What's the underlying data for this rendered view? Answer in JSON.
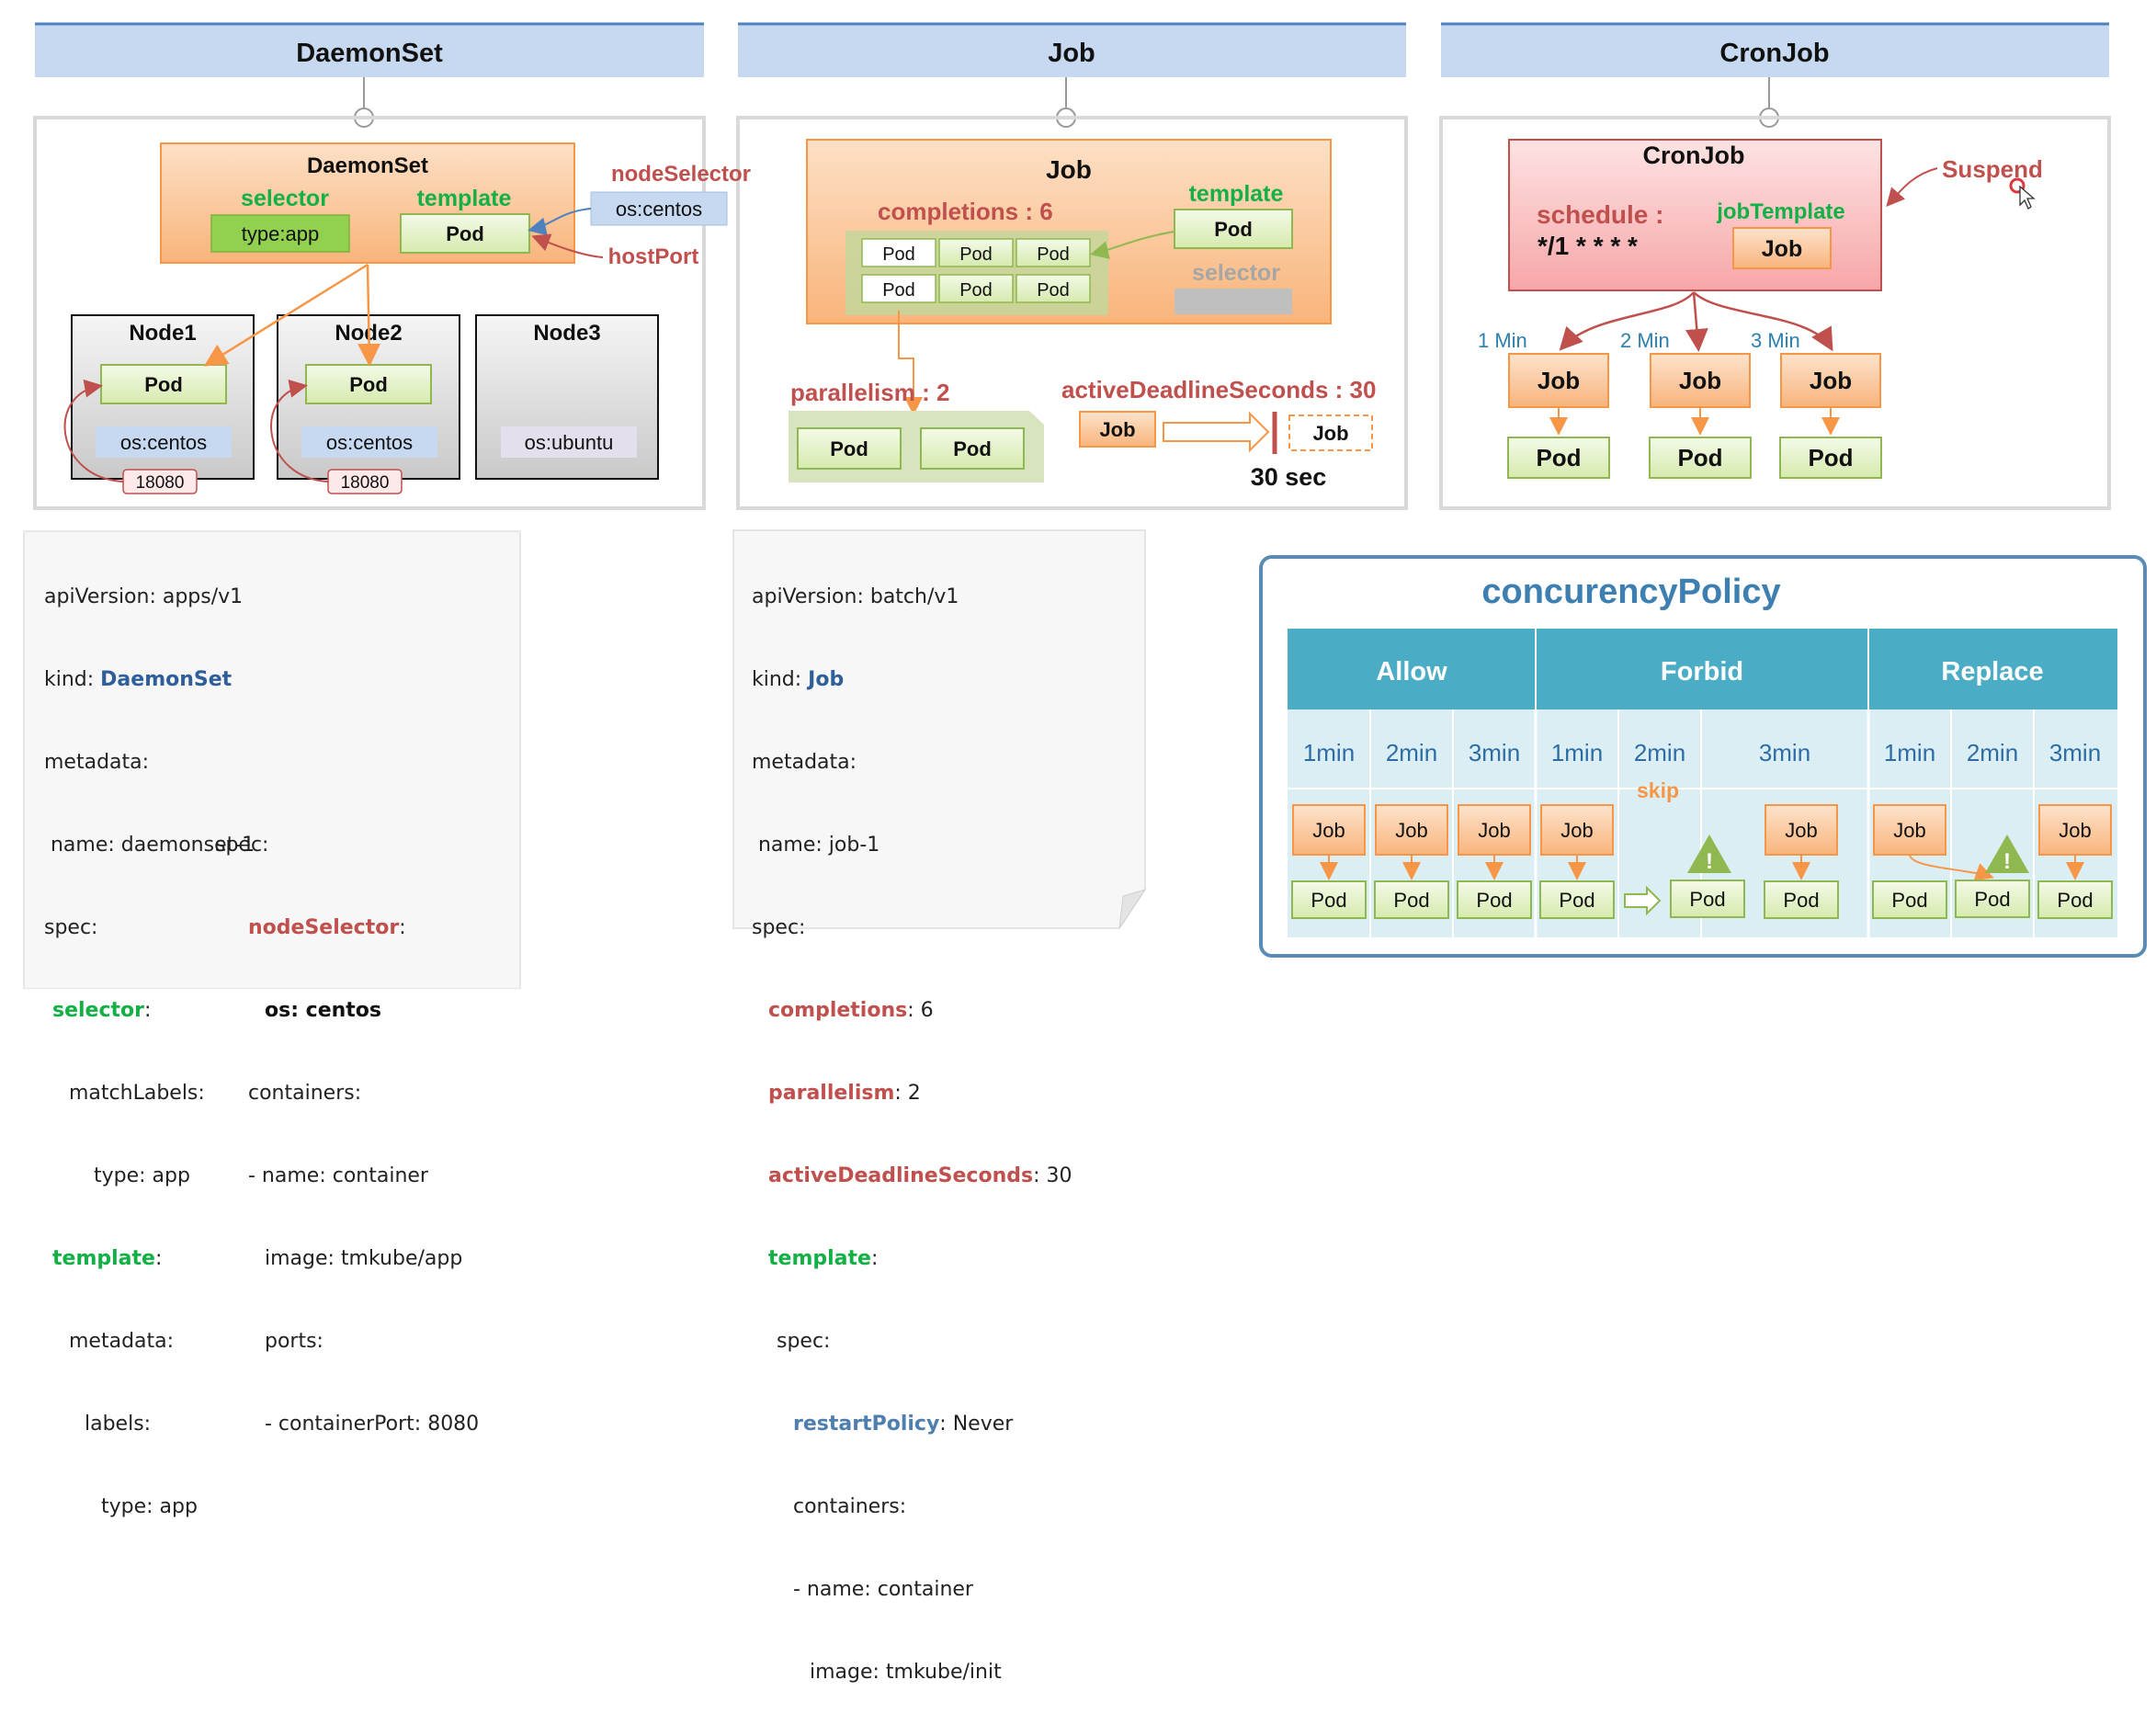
{
  "panels": {
    "daemonset": {
      "header": "DaemonSet",
      "box_title": "DaemonSet",
      "selector_label": "selector",
      "selector_value": "type:app",
      "template_label": "template",
      "template_pod": "Pod",
      "node_selector_label": "nodeSelector",
      "node_selector_value": "os:centos",
      "host_port_label": "hostPort",
      "nodes": [
        {
          "name": "Node1",
          "pod": "Pod",
          "os": "os:centos",
          "port": "18080"
        },
        {
          "name": "Node2",
          "pod": "Pod",
          "os": "os:centos",
          "port": "18080"
        },
        {
          "name": "Node3",
          "pod": "",
          "os": "os:ubuntu",
          "port": ""
        }
      ]
    },
    "job": {
      "header": "Job",
      "box_title": "Job",
      "completions_label": "completions : 6",
      "pods": [
        "Pod",
        "Pod",
        "Pod",
        "Pod",
        "Pod",
        "Pod"
      ],
      "template_label": "template",
      "template_pod": "Pod",
      "selector_label": "selector",
      "parallelism_label": "parallelism : 2",
      "parallel_pods": [
        "Pod",
        "Pod"
      ],
      "deadline_label": "activeDeadlineSeconds : 30",
      "deadline_job": "Job",
      "deadline_job_after": "Job",
      "deadline_time": "30 sec"
    },
    "cronjob": {
      "header": "CronJob",
      "box_title": "CronJob",
      "schedule_label": "schedule :",
      "schedule_value": "*/1 * * * *",
      "job_template_label": "jobTemplate",
      "job_template_job": "Job",
      "suspend_label": "Suspend",
      "runs": [
        {
          "interval": "1 Min",
          "job": "Job",
          "pod": "Pod"
        },
        {
          "interval": "2 Min",
          "job": "Job",
          "pod": "Pod"
        },
        {
          "interval": "3 Min",
          "job": "Job",
          "pod": "Pod"
        }
      ]
    }
  },
  "yaml_daemonset": {
    "l1": "apiVersion: apps/v1",
    "kind_key": "kind: ",
    "kind_val": "DaemonSet",
    "l3": "metadata:",
    "l4": " name: daemonset-1",
    "l5": "spec:",
    "selector": "selector",
    "l7": "matchLabels:",
    "l8": "type: app",
    "template": "template",
    "l10": "metadata:",
    "l11": "labels:",
    "l12": "type: app",
    "r1": "spec:",
    "r2": "nodeSelector",
    "r3": "os: centos",
    "r4": "containers:",
    "r5": "- name: container",
    "r6": "image: tmkube/app",
    "r7": "ports:",
    "r8": "- containerPort: 8080"
  },
  "yaml_job": {
    "l1": "apiVersion: batch/v1",
    "kind_key": "kind: ",
    "kind_val": "Job",
    "l3": "metadata:",
    "l4": " name: job-1",
    "l5": "spec:",
    "completions_key": "completions",
    "completions_val": ": 6",
    "parallelism_key": "parallelism",
    "parallelism_val": ": 2",
    "deadline_key": "activeDeadlineSeconds",
    "deadline_val": ": 30",
    "template": "template",
    "spec": "spec:",
    "restart_key": "restartPolicy",
    "restart_val": ": Never",
    "containers": "containers:",
    "name": "- name: container",
    "image": "image: tmkube/init"
  },
  "concurrency": {
    "title": "concurencyPolicy",
    "columns": [
      "Allow",
      "Forbid",
      "Replace"
    ],
    "times": [
      "1min",
      "2min",
      "3min",
      "1min",
      "2min",
      "3min",
      "1min",
      "2min",
      "3min"
    ],
    "skip_label": "skip",
    "job_label": "Job",
    "pod_label": "Pod"
  },
  "colors": {
    "header_bg": "#c6d9f1",
    "orange_fill": "#fbc9a0",
    "green_fill": "#e6f4cd",
    "green_border": "#8fb851",
    "selector_green": "#12b045",
    "red_label": "#c0504d",
    "table_header": "#4bacc6",
    "title_blue": "#3c7fb0"
  }
}
